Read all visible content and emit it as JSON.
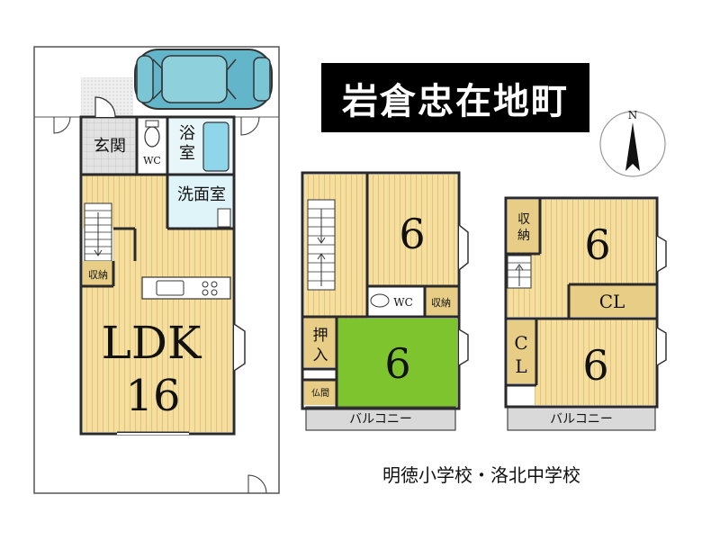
{
  "title": "岩倉忠在地町",
  "schools": "明徳小学校・洛北中学校",
  "compass": {
    "label": "N"
  },
  "floors": {
    "first": {
      "genkan": "玄関",
      "wc": "WC",
      "bath_a": "浴",
      "bath_b": "室",
      "washroom": "洗面室",
      "storage": "収納",
      "ldk": "LDK",
      "ldk_size": "16"
    },
    "second": {
      "room_top": "6",
      "room_green": "6",
      "wc": "WC",
      "storage": "収納",
      "oshiire_a": "押",
      "oshiire_b": "入",
      "butsuma": "仏間",
      "balcony": "バルコニー"
    },
    "third": {
      "storage_a": "収",
      "storage_b": "納",
      "room_top": "6",
      "room_bottom": "6",
      "cl_horizontal": "CL",
      "cl_vert_a": "C",
      "cl_vert_b": "L",
      "balcony": "バルコニー"
    }
  },
  "colors": {
    "wood": "#f5dfa0",
    "wood_line": "#e8c978",
    "storage": "#e7cd86",
    "green_room": "#7dc42f",
    "wet_area": "#cdeef6",
    "tile": "#dcdcdc",
    "wall": "#2a2a2a",
    "balcony": "#d9d9d9",
    "car": "#63b6c9",
    "banner_bg": "#000000",
    "banner_text": "#ffffff"
  }
}
